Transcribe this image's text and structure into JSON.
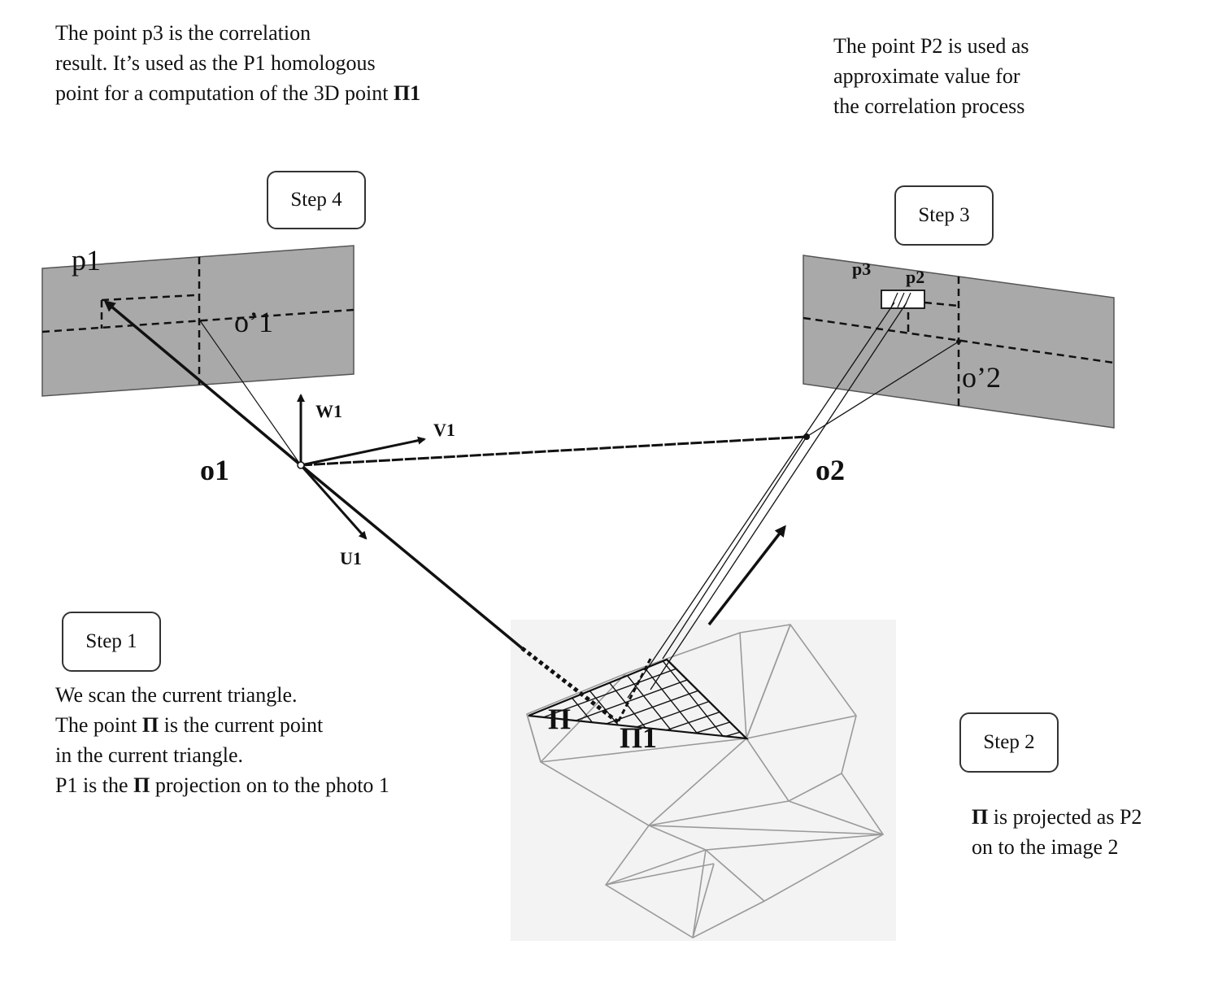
{
  "text_blocks": {
    "top_left": {
      "line1": "The point p3 is the correlation",
      "line2": "result. It’s used as the P1 homologous",
      "line3_pre": "point for a computation of the 3D point ",
      "line3_bold": "Π1"
    },
    "top_right": {
      "line1": "The point P2 is used as",
      "line2": "approximate value for",
      "line3": "the correlation process"
    },
    "bottom_left": {
      "line1": "We scan the current triangle.",
      "line2_pre": "The point ",
      "line2_bold": "Π",
      "line2_post": " is the current point",
      "line3": "in the current triangle.",
      "line4_pre": "P1 is the ",
      "line4_bold": "Π",
      "line4_post": " projection on to the photo 1"
    },
    "bottom_right": {
      "line1_bold": "Π",
      "line1_post": " is projected as P2",
      "line2": "on to the image 2"
    }
  },
  "steps": {
    "step1": "Step 1",
    "step2": "Step 2",
    "step3": "Step 3",
    "step4": "Step 4"
  },
  "labels": {
    "p1": "p1",
    "o_prime_1": "o’1",
    "w1": "W1",
    "v1": "V1",
    "u1": "U1",
    "o1": "o1",
    "o2": "o2",
    "p3": "p3",
    "p2": "p2",
    "o_prime_2": "o’2",
    "pi": "Π",
    "pi1": "Π1"
  },
  "colors": {
    "photo_fill": "#a9a9a9",
    "terrain_background": "#f3f3f3",
    "mesh_lines": "#9a9a9a",
    "ink": "#111111"
  }
}
